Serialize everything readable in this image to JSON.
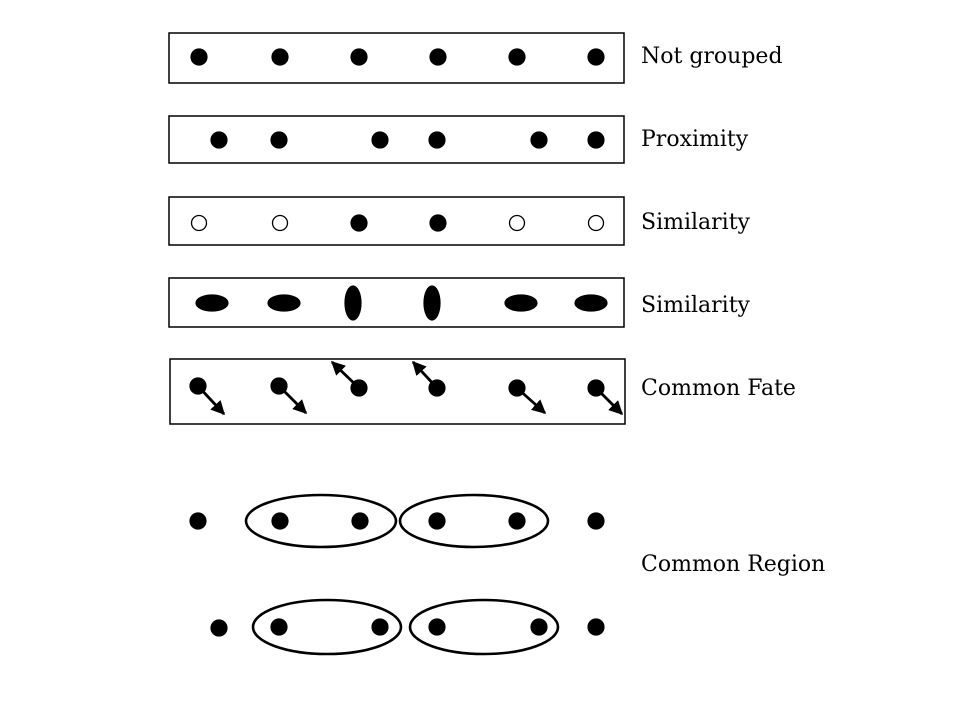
{
  "rows": [
    {
      "id": "not-grouped",
      "label": "Not grouped"
    },
    {
      "id": "proximity",
      "label": "Proximity"
    },
    {
      "id": "similarity-color",
      "label": "Similarity"
    },
    {
      "id": "similarity-shape",
      "label": "Similarity"
    },
    {
      "id": "common-fate",
      "label": "Common Fate"
    },
    {
      "id": "common-region",
      "label": "Common Region"
    }
  ]
}
